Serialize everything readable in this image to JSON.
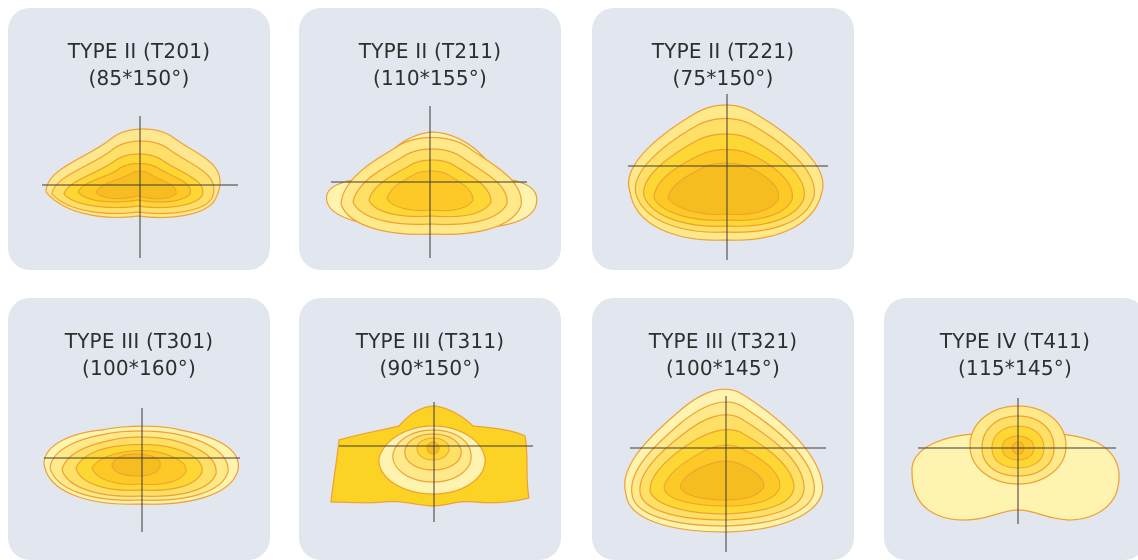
{
  "diagrams": [
    {
      "type_label": "TYPE II (T201)",
      "angles": "(85*150°)",
      "shape": "t201"
    },
    {
      "type_label": "TYPE II (T211)",
      "angles": "(110*155°)",
      "shape": "t211"
    },
    {
      "type_label": "TYPE II (T221)",
      "angles": "(75*150°)",
      "shape": "t221"
    },
    {
      "type_label": "TYPE III (T301)",
      "angles": "(100*160°)",
      "shape": "t301"
    },
    {
      "type_label": "TYPE III (T311)",
      "angles": "(90*150°)",
      "shape": "t311"
    },
    {
      "type_label": "TYPE III (T321)",
      "angles": "(100*145°)",
      "shape": "t321"
    },
    {
      "type_label": "TYPE IV (T411)",
      "angles": "(115*145°)",
      "shape": "t411"
    }
  ],
  "colors": {
    "card_bg": "#e1e6ef",
    "title_text": "#2e2e2e",
    "contour_fills": [
      "#fff3b0",
      "#ffe98a",
      "#ffe066",
      "#fdd835",
      "#fcc926",
      "#f5bd20"
    ],
    "contour_stroke": "#f0a030",
    "crosshair": "#3a3a3a"
  }
}
